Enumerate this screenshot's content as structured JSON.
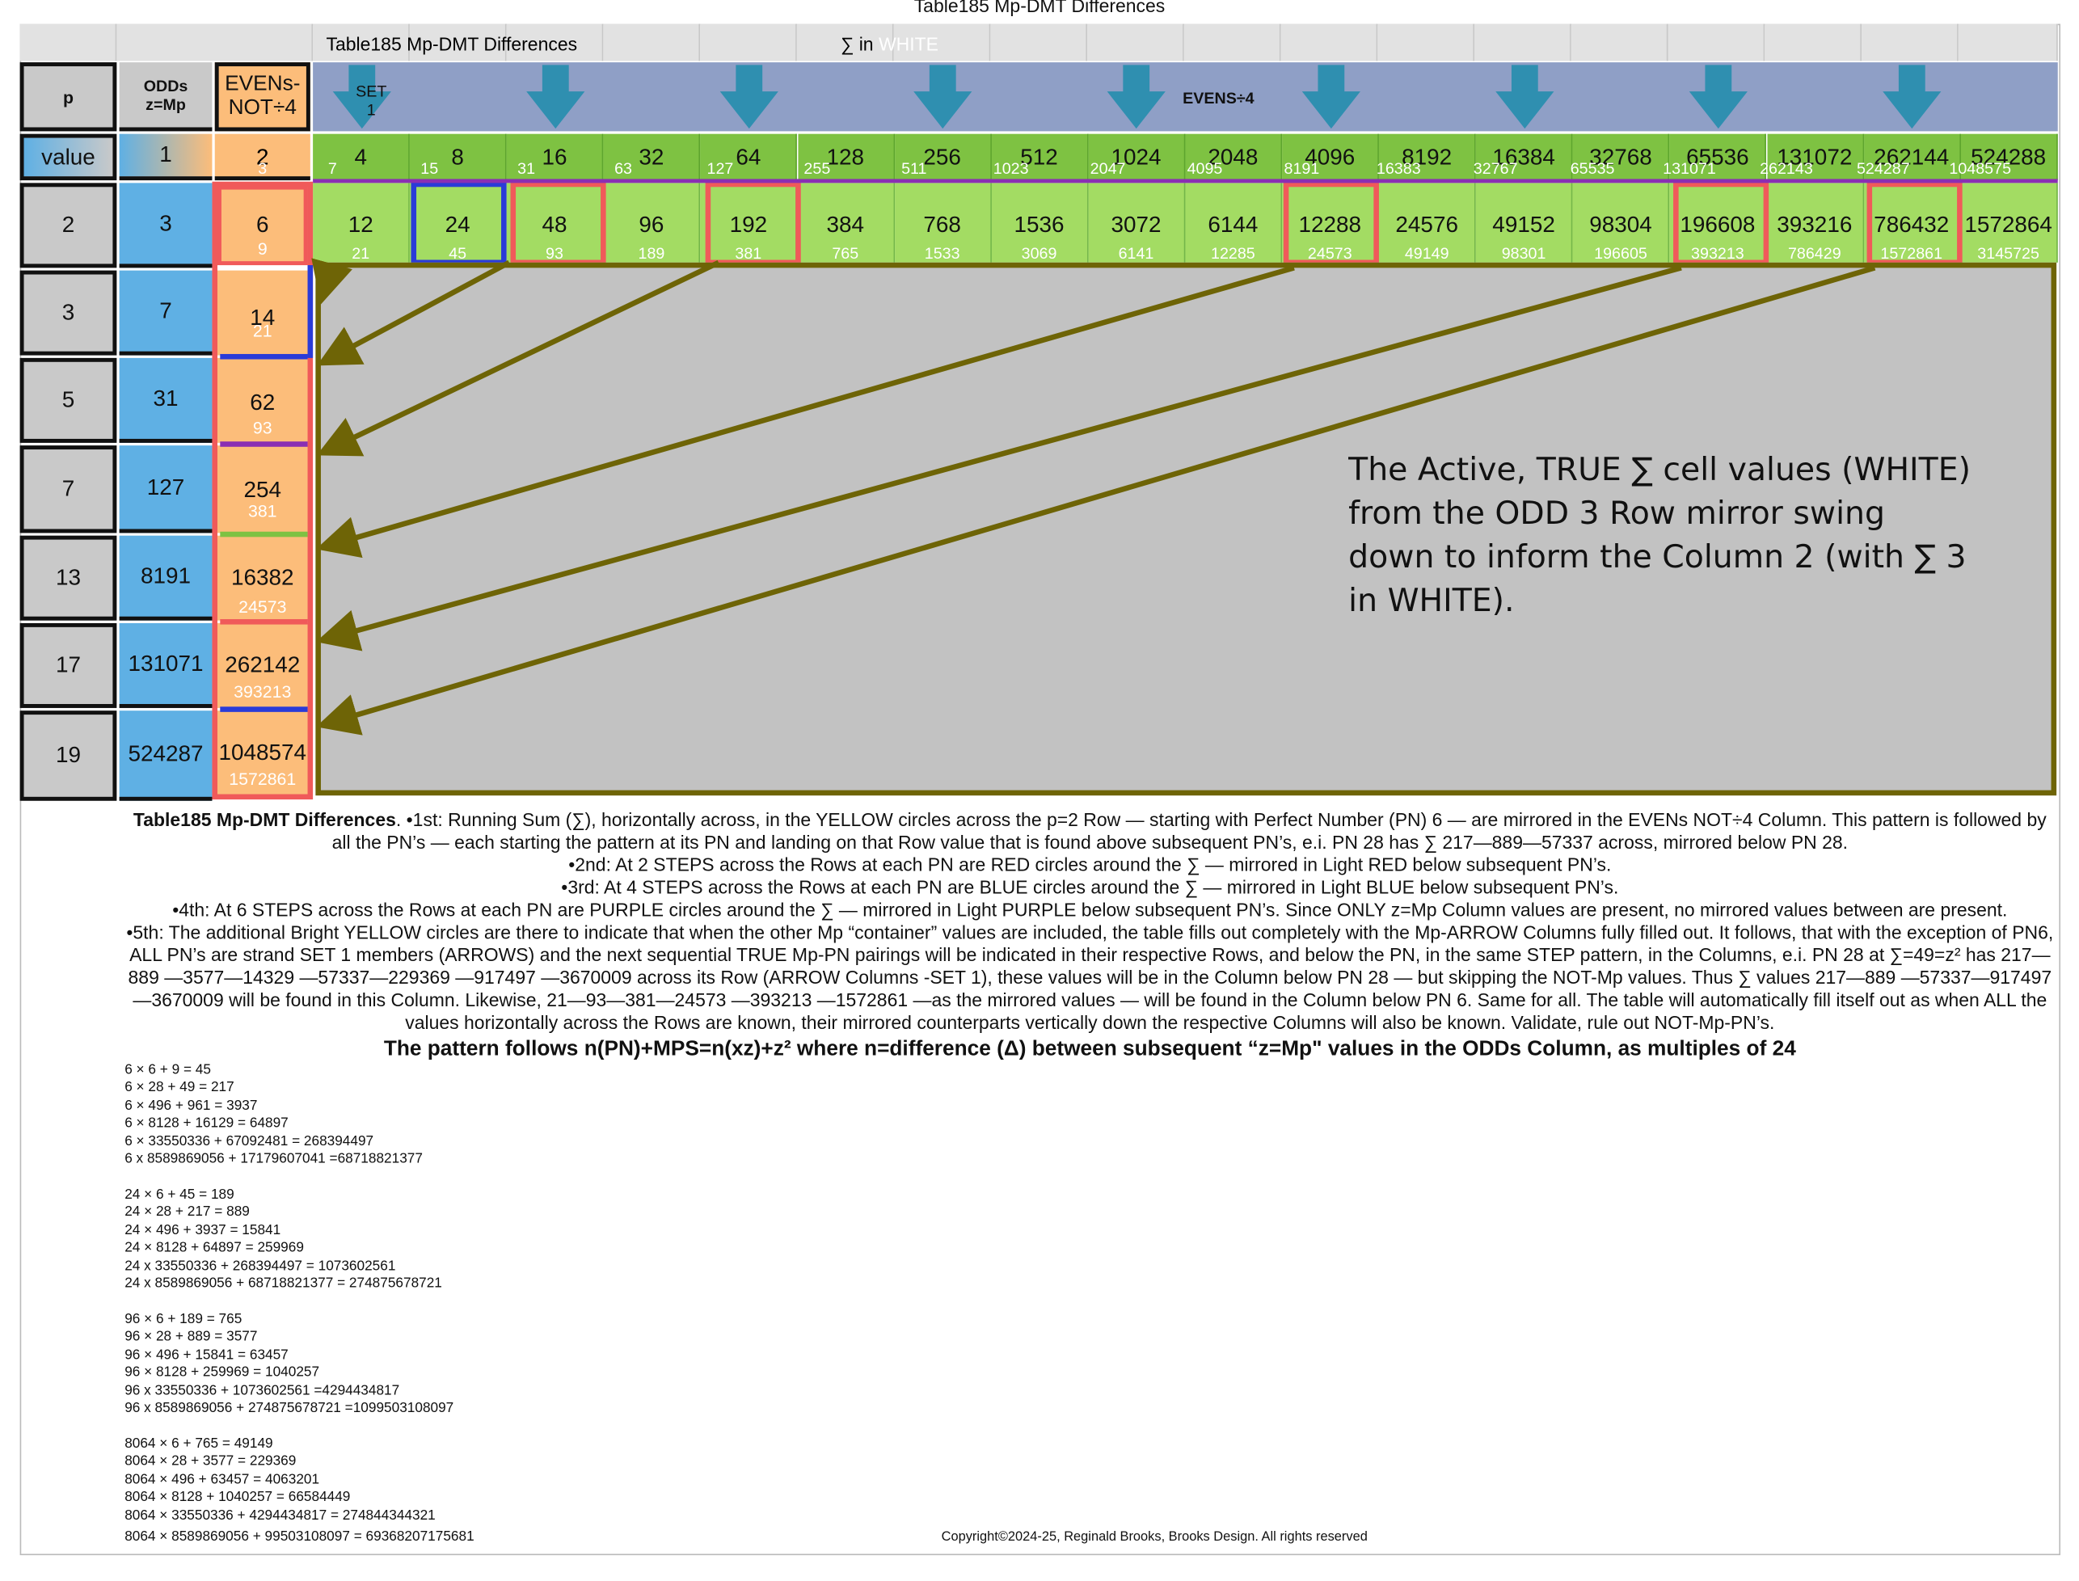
{
  "page_title": "Table185 Mp-DMT Differences",
  "header": {
    "title": "Table185 Mp-DMT Differences",
    "sigma_prefix": "∑ in",
    "sigma_white": "WHITE"
  },
  "col_headers": {
    "p": "p",
    "odds_line1": "ODDs",
    "odds_line2": "z=Mp",
    "evens_line1": "EVENs-",
    "evens_line2": "NOT÷4",
    "set1_line1": "SET",
    "set1_line2": "1",
    "evens4": "EVENS÷4"
  },
  "value_row": {
    "label": "value",
    "odd": "1",
    "even_main": "2",
    "even_sub": "3",
    "cells": [
      {
        "main": "4",
        "sub": "7"
      },
      {
        "main": "8",
        "sub": "15"
      },
      {
        "main": "16",
        "sub": "31"
      },
      {
        "main": "32",
        "sub": "63"
      },
      {
        "main": "64",
        "sub": "127"
      },
      {
        "main": "128",
        "sub": "255"
      },
      {
        "main": "256",
        "sub": "511"
      },
      {
        "main": "512",
        "sub": "1023"
      },
      {
        "main": "1024",
        "sub": "2047"
      },
      {
        "main": "2048",
        "sub": "4095"
      },
      {
        "main": "4096",
        "sub": "8191"
      },
      {
        "main": "8192",
        "sub": "16383"
      },
      {
        "main": "16384",
        "sub": "32767"
      },
      {
        "main": "32768",
        "sub": "65535"
      },
      {
        "main": "65536",
        "sub": "131071"
      },
      {
        "main": "131072",
        "sub": "262143"
      },
      {
        "main": "262144",
        "sub": "524287"
      },
      {
        "main": "524288",
        "sub": "1048575"
      }
    ]
  },
  "p2_row": {
    "p": "2",
    "odd": "3",
    "even_main": "6",
    "even_sub": "9",
    "cells": [
      {
        "main": "12",
        "sub": "21"
      },
      {
        "main": "24",
        "sub": "45"
      },
      {
        "main": "48",
        "sub": "93"
      },
      {
        "main": "96",
        "sub": "189"
      },
      {
        "main": "192",
        "sub": "381"
      },
      {
        "main": "384",
        "sub": "765"
      },
      {
        "main": "768",
        "sub": "1533"
      },
      {
        "main": "1536",
        "sub": "3069"
      },
      {
        "main": "3072",
        "sub": "6141"
      },
      {
        "main": "6144",
        "sub": "12285"
      },
      {
        "main": "12288",
        "sub": "24573"
      },
      {
        "main": "24576",
        "sub": "49149"
      },
      {
        "main": "49152",
        "sub": "98301"
      },
      {
        "main": "98304",
        "sub": "196605"
      },
      {
        "main": "196608",
        "sub": "393213"
      },
      {
        "main": "393216",
        "sub": "786429"
      },
      {
        "main": "786432",
        "sub": "1572861"
      },
      {
        "main": "1572864",
        "sub": "3145725"
      }
    ]
  },
  "rows": [
    {
      "p": "3",
      "odd": "7",
      "even": "14",
      "sub": "21"
    },
    {
      "p": "5",
      "odd": "31",
      "even": "62",
      "sub": "93"
    },
    {
      "p": "7",
      "odd": "127",
      "even": "254",
      "sub": "381"
    },
    {
      "p": "13",
      "odd": "8191",
      "even": "16382",
      "sub": "24573"
    },
    {
      "p": "17",
      "odd": "131071",
      "even": "262142",
      "sub": "393213"
    },
    {
      "p": "19",
      "odd": "524287",
      "even": "1048574",
      "sub": "1572861"
    }
  ],
  "note": "The Active, TRUE ∑ cell values (WHITE) from the ODD 3 Row mirror swing down to inform the Column 2 (with ∑ 3 in WHITE).",
  "caption": {
    "title": "Table185 Mp-DMT Differences",
    "p1": ". •1st:  Running Sum (∑), horizontally across, in the YELLOW circles across the p=2 Row — starting with Perfect Number (PN) 6 —  are mirrored in the EVENs NOT÷4 Column. This pattern is followed by all the PN’s — each starting the pattern at its PN and landing on that Row value that is found above subsequent PN’s, e.i. PN 28 has ∑ 217—889—57337 across, mirrored below PN 28.",
    "p2": "•2nd: At 2 STEPS across the Rows at each PN are RED circles around the ∑ — mirrored in Light RED below subsequent PN’s.",
    "p3": "•3rd: At 4 STEPS across the Rows at each PN are BLUE circles around the ∑ — mirrored in Light BLUE below subsequent PN’s.",
    "p4": "•4th: At 6 STEPS across the Rows at each PN are PURPLE circles around the ∑ — mirrored in Light PURPLE below subsequent PN’s. Since ONLY z=Mp Column values are present, no mirrored values between are present.",
    "p5": "•5th: The additional Bright YELLOW circles are there to indicate that when the other Mp “container” values are included, the table fills out completely with the Mp-ARROW Columns fully filled out. It follows, that with the exception of PN6, ALL PN’s are strand SET 1 members (ARROWS) and the next sequential TRUE Mp-PN pairings will be indicated in their respective Rows, and below the PN, in the same STEP pattern, in the Columns, e.i. PN 28 at ∑=49=z² has 217—889 —3577—14329 —57337—229369 —917497 —3670009 across its Row (ARROW Columns -SET 1), these values will be in the Column below PN 28 — but skipping the NOT-Mp values. Thus ∑ values 217—889 —57337—917497 —3670009 will be found in this Column. Likewise, 21—93—381—24573 —393213 —1572861 —as the mirrored values — will be found in the Column below PN 6. Same for all. The table will automatically fill itself out as when ALL the values horizontally across the Rows are known, their mirrored counterparts vertically down the respective Columns will also be known. Validate, rule out NOT-Mp-PN’s.",
    "pattern": "The pattern follows n(PN)+MPS=n(xz)+z² where n=difference (Δ) between subsequent “z=Mp\" values in the ODDs Column, as multiples of 24"
  },
  "calcs": [
    [
      "6 × 6 + 9 = 45",
      "6 × 28 + 49 = 217",
      "6 × 496 + 961 = 3937",
      "6 × 8128 + 16129 = 64897",
      "6 × 33550336 + 67092481 = 268394497",
      "6 x  8589869056 + 17179607041 =68718821377"
    ],
    [
      "24 × 6 + 45 = 189",
      "24 × 28 + 217 = 889",
      "24 × 496 + 3937 = 15841",
      "24 × 8128 + 64897 = 259969",
      "24 x 33550336  + 268394497 = 1073602561",
      "24 x  8589869056 + 68718821377 = 274875678721"
    ],
    [
      "96 × 6 + 189 = 765",
      "96 × 28 + 889 = 3577",
      "96 × 496 + 15841 = 63457",
      "96 × 8128 + 259969 = 1040257",
      "96 x 33550336  + 1073602561 =4294434817",
      "96 x 8589869056  +  274875678721 =1099503108097"
    ],
    [
      "8064 × 6 + 765 = 49149",
      "8064 × 28 + 3577 = 229369",
      "8064 × 496 + 63457 = 4063201",
      "8064 × 8128 + 1040257 = 66584449",
      "8064 × 33550336 + 4294434817 = 274844344321",
      "8064 × 8589869056 + 99503108097 = 69368207175681"
    ]
  ],
  "copyright": "Copyright©2024-25, Reginald Brooks, Brooks Design. All rights reserved",
  "colors": {
    "green": "#7ec242",
    "light_green": "#a3dc63",
    "blue_band": "#8f9fc6",
    "odd_blue": "#5fb0e4",
    "even_orange": "#fcbd7a",
    "grey_box": "#c2c2c2",
    "olive_arrow": "#6e6406",
    "red_frame": "#f05a5a"
  }
}
